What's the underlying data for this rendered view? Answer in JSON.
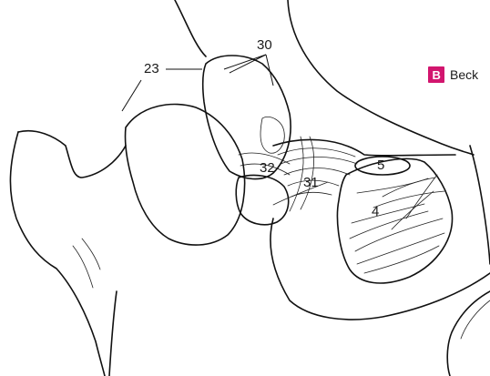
{
  "figure": {
    "badge_letter": "B",
    "caption": "Beck",
    "accent_color": "#d2156e"
  },
  "labels": {
    "l23": "23",
    "l30": "30",
    "l32": "32",
    "l31": "31",
    "l5": "5",
    "l4": "4"
  }
}
